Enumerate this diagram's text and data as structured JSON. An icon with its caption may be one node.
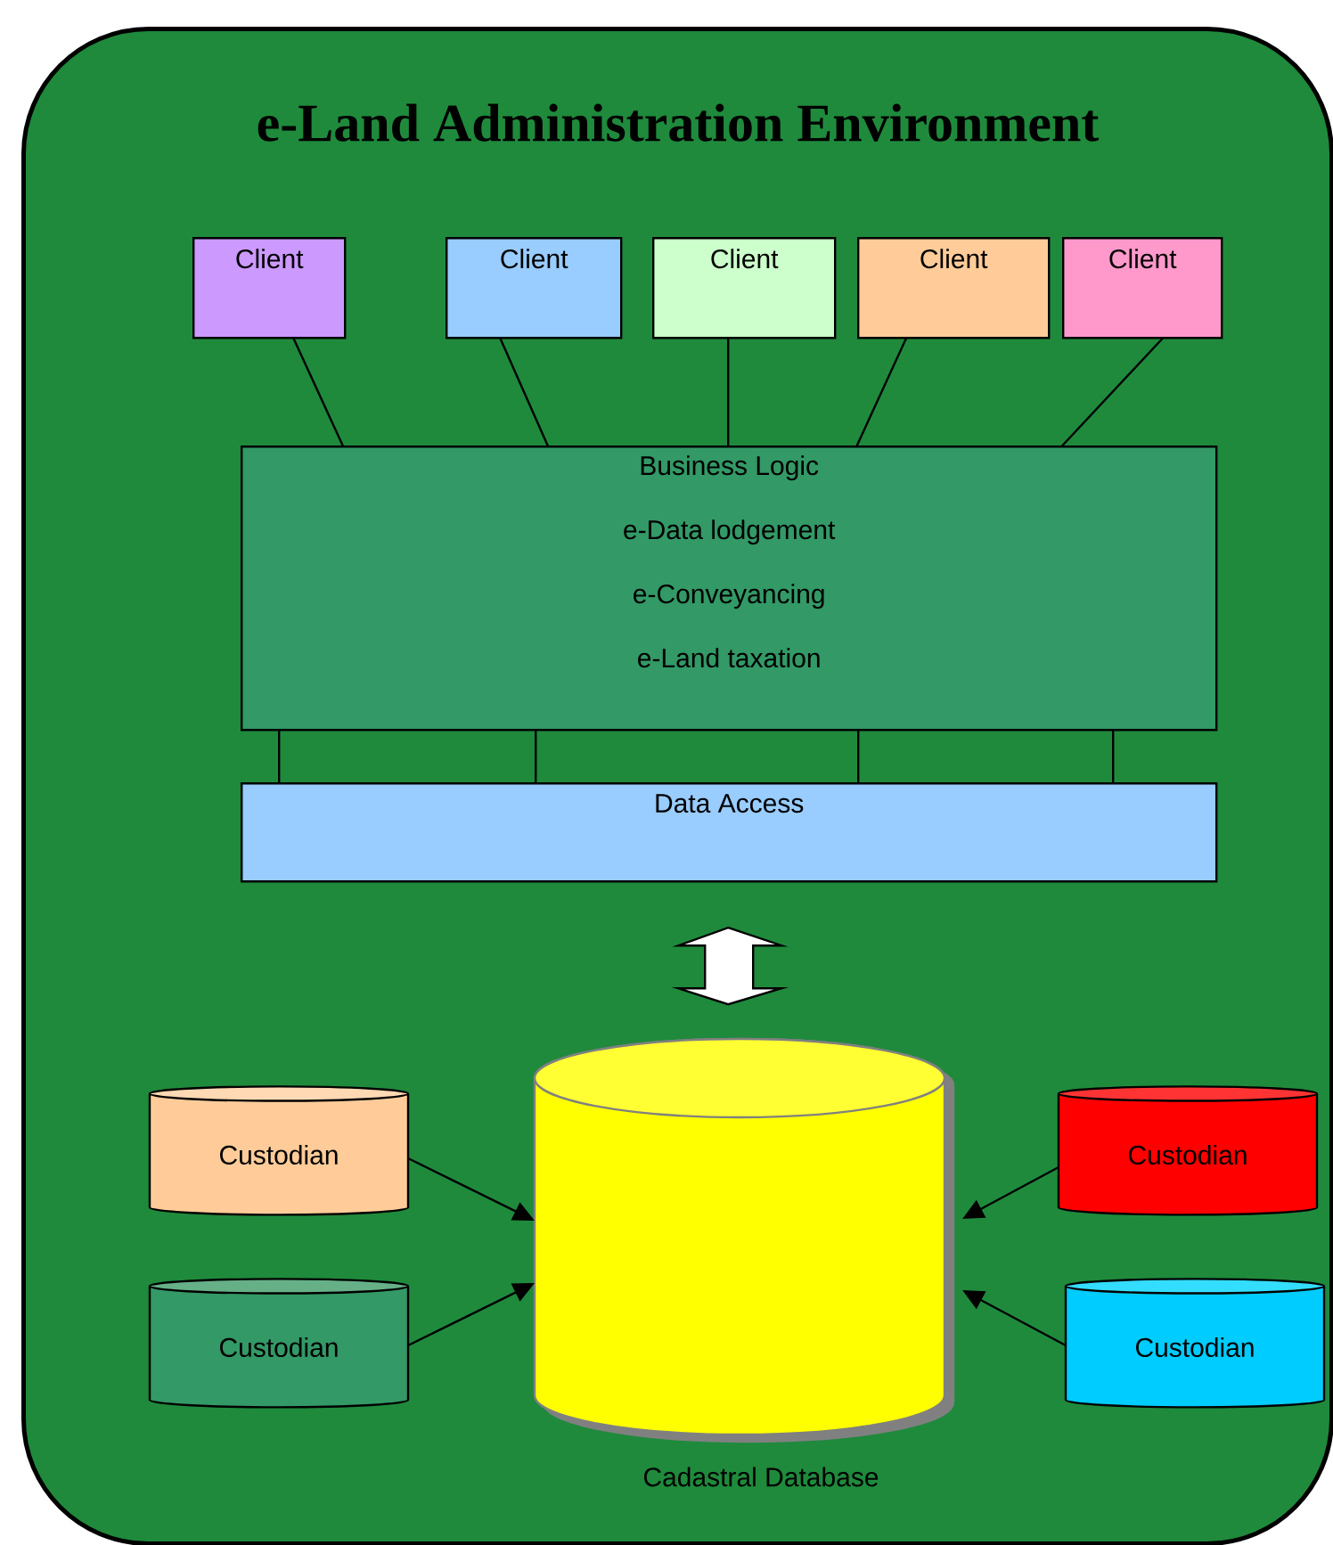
{
  "diagram": {
    "nodes": [
      {
        "text": [
          "e-Land Administration Environment"
        ]
      },
      {
        "text": [
          "Client"
        ],
        "in": 0
      },
      {
        "text": [
          "Client"
        ],
        "in": 0
      },
      {
        "text": [
          "Client"
        ],
        "in": 0
      },
      {
        "text": [
          "Client"
        ],
        "in": 0
      },
      {
        "text": [
          "Client"
        ],
        "in": 0
      },
      {
        "text": [
          "Business Logic",
          "e-Data lodgement",
          "e-Conveyancing",
          "e-Land taxation"
        ],
        "in": 0
      },
      {
        "text": [
          "Data Access"
        ],
        "in": 0
      },
      {
        "text": [],
        "shape": "cylinder",
        "beside": [
          "Cadastral Database"
        ],
        "in": 0
      },
      {
        "text": [
          "Custodian"
        ],
        "in": 0
      },
      {
        "text": [
          "Custodian"
        ],
        "in": 0
      },
      {
        "text": [
          "Custodian"
        ],
        "in": 0
      },
      {
        "text": [
          "Custodian"
        ],
        "in": 0
      }
    ],
    "edges": [
      {
        "from": 1,
        "to": 6,
        "arrow": "none"
      },
      {
        "from": 2,
        "to": 6,
        "arrow": "none"
      },
      {
        "from": 3,
        "to": 6,
        "arrow": "none"
      },
      {
        "from": 4,
        "to": 6,
        "arrow": "none"
      },
      {
        "from": 5,
        "to": 6,
        "arrow": "none"
      },
      {
        "from": 6,
        "to": 7,
        "arrow": "none"
      },
      {
        "from": 6,
        "to": 7,
        "arrow": "none"
      },
      {
        "from": 6,
        "to": 7,
        "arrow": "none"
      },
      {
        "from": 6,
        "to": 7,
        "arrow": "none"
      },
      {
        "from": 7,
        "to": 8,
        "arrow": "both",
        "style": "thick"
      },
      {
        "from": 9,
        "to": 8,
        "arrow": "to"
      },
      {
        "from": 11,
        "to": 8,
        "arrow": "to"
      },
      {
        "from": 10,
        "to": 8,
        "arrow": "to"
      },
      {
        "from": 12,
        "to": 8,
        "arrow": "to"
      }
    ]
  }
}
